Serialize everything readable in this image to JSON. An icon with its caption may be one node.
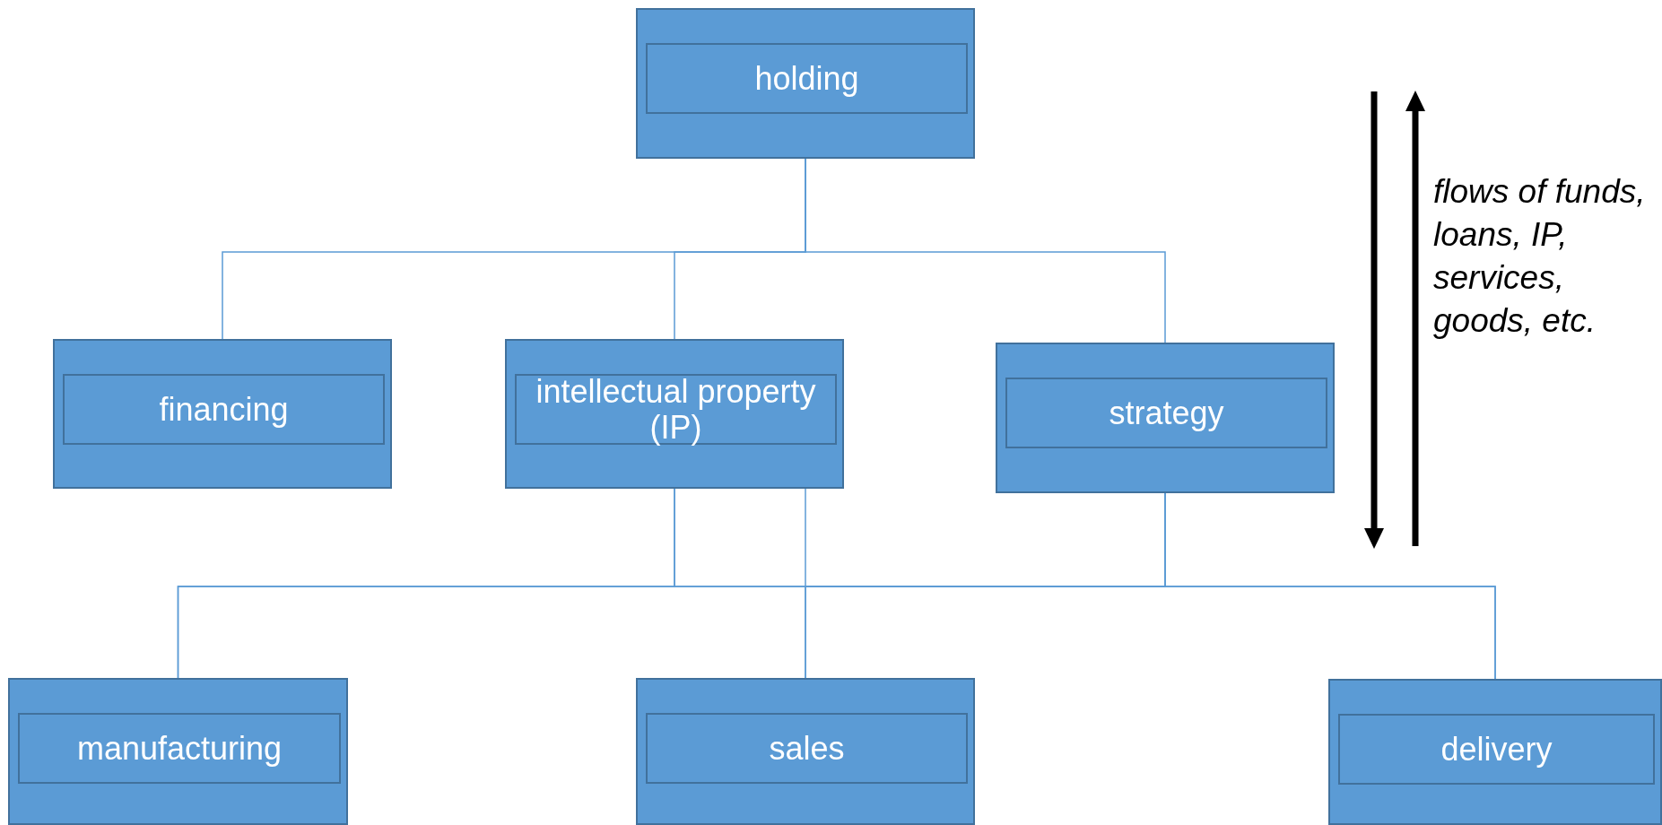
{
  "diagram": {
    "nodes": [
      {
        "text": [
          "holding"
        ]
      },
      {
        "text": [
          "financing"
        ]
      },
      {
        "text": [
          "intellectual property (IP)"
        ]
      },
      {
        "text": [
          "strategy"
        ]
      },
      {
        "text": [
          "manufacturing"
        ]
      },
      {
        "text": [
          "sales"
        ]
      },
      {
        "text": [
          "delivery"
        ]
      }
    ],
    "edges": [
      {
        "from": 0,
        "to": 1,
        "arrow": "none"
      },
      {
        "from": 0,
        "to": 2,
        "arrow": "none"
      },
      {
        "from": 0,
        "to": 3,
        "arrow": "none"
      },
      {
        "from": 2,
        "to": 4,
        "arrow": "none"
      },
      {
        "from": 2,
        "to": 5,
        "arrow": "none"
      },
      {
        "from": 2,
        "to": 6,
        "arrow": "none"
      },
      {
        "from": 3,
        "to": 4,
        "arrow": "none"
      },
      {
        "from": 3,
        "to": 5,
        "arrow": "none"
      },
      {
        "from": 3,
        "to": 6,
        "arrow": "none"
      }
    ],
    "labels": [
      "flows of funds, loans, IP, services, goods, etc."
    ]
  }
}
